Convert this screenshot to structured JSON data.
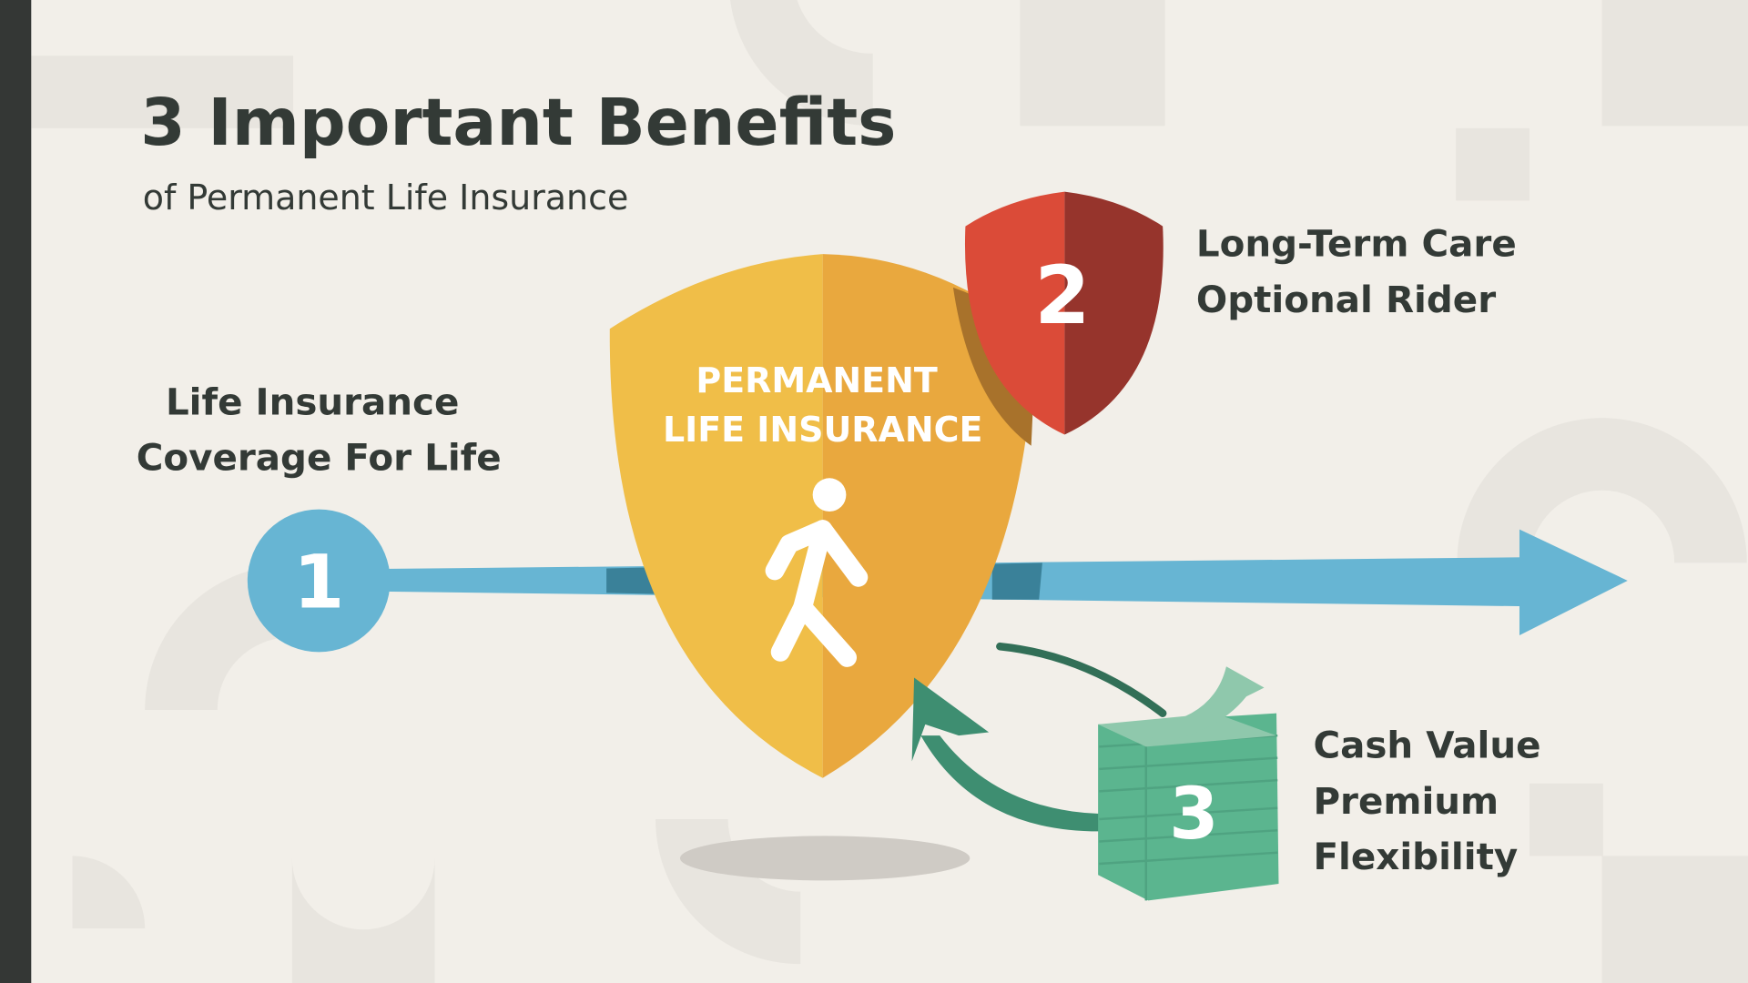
{
  "title": "3 Important Benefits",
  "subtitle": "of Permanent Life Insurance",
  "shield": {
    "line1": "PERMANENT",
    "line2": "LIFE INSURANCE"
  },
  "benefits": [
    {
      "number": "1",
      "lines": [
        "Life Insurance",
        "Coverage For Life"
      ]
    },
    {
      "number": "2",
      "lines": [
        "Long-Term Care",
        "Optional Rider"
      ]
    },
    {
      "number": "3",
      "lines": [
        "Cash Value",
        "Premium",
        "Flexibility"
      ]
    }
  ],
  "colors": {
    "background": "#f2efe9",
    "text": "#333a36",
    "blue": "#67b5d3",
    "yellow": "#f0be48",
    "orange": "#e9a83e",
    "red": "#db4b38",
    "darkred": "#96342c",
    "green": "#5bb58f"
  }
}
